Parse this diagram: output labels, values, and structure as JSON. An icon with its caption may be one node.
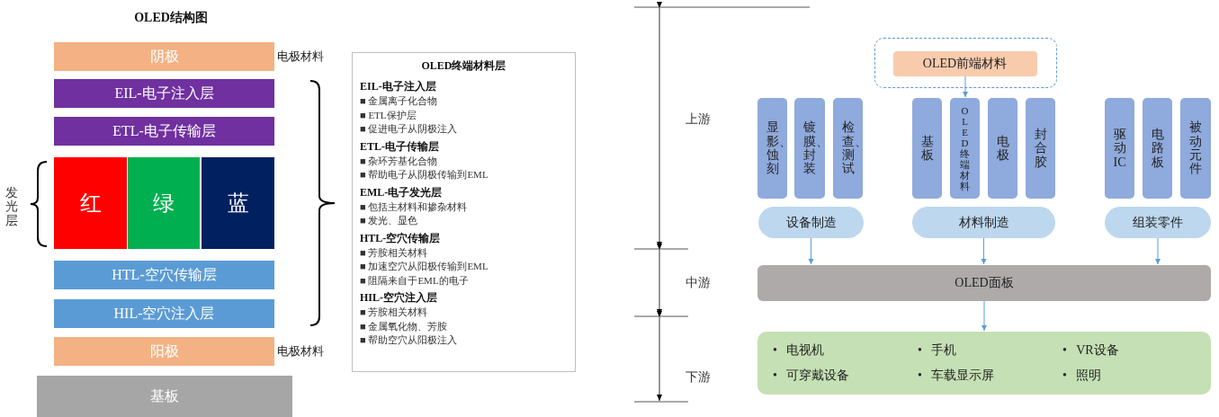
{
  "diagram": {
    "title": "OLED结构图",
    "nodes": [
      {
        "text": [
          "阴极"
        ],
        "beside": [
          "电极材料"
        ]
      },
      {
        "text": [
          "EIL-电子注入层"
        ]
      },
      {
        "text": [
          "ETL-电子传输层"
        ]
      },
      {
        "text": [
          "红"
        ]
      },
      {
        "text": [
          "绿"
        ]
      },
      {
        "text": [
          "蓝"
        ]
      },
      {
        "text": [
          "HTL-空穴传输层"
        ]
      },
      {
        "text": [
          "HIL-空穴注入层"
        ]
      },
      {
        "text": [
          "阳极"
        ],
        "beside": [
          "电极材料"
        ]
      },
      {
        "text": [
          "基板"
        ]
      },
      {
        "text": [
          "OLED终端材料层",
          "EIL-电子注入层",
          "■ 金属离子化合物",
          "■ ETL保护层",
          "■ 促进电子从阴极注入",
          "ETL-电子传输层",
          "■ 杂环芳基化合物",
          "■ 帮助电子从阴极传输到EML",
          "EML-电子发光层",
          "■ 包括主材料和掺杂材料",
          "■ 发光、显色",
          "HTL-空穴传输层",
          "■ 芳胺相关材料",
          "■ 加速空穴从阳极传输到EML",
          "■ 阻隔来自于EML的电子",
          "HIL-空穴注入层",
          "■ 芳胺相关材料",
          "■ 金属氧化物、芳胺",
          "■ 帮助空穴从阳极注入"
        ]
      },
      {
        "text": [],
        "shape": "box"
      },
      {
        "text": [
          "OLED前端材料"
        ],
        "in": 11
      },
      {
        "text": [
          "显影、蚀刻"
        ]
      },
      {
        "text": [
          "镀膜、封装"
        ]
      },
      {
        "text": [
          "检查、测试"
        ]
      },
      {
        "text": [
          "基板"
        ]
      },
      {
        "text": [
          "OLED终端材料"
        ]
      },
      {
        "text": [
          "电极"
        ]
      },
      {
        "text": [
          "封合胶"
        ]
      },
      {
        "text": [
          "驱动IC"
        ]
      },
      {
        "text": [
          "电路板"
        ]
      },
      {
        "text": [
          "被动元件"
        ]
      },
      {
        "text": [
          "设备制造"
        ]
      },
      {
        "text": [
          "材料制造"
        ]
      },
      {
        "text": [
          "组装零件"
        ]
      },
      {
        "text": [
          "OLED面板"
        ]
      },
      {
        "text": [
          "•   电视机",
          "•   手机",
          "•   VR设备",
          "•   可穿戴设备",
          "•   车载显示屏",
          "•   照明"
        ]
      }
    ],
    "edges": [
      {
        "from": 12,
        "to": 17,
        "arrow": "to"
      },
      {
        "from": 23,
        "to": 26,
        "arrow": "to"
      },
      {
        "from": 24,
        "to": 26,
        "arrow": "to"
      },
      {
        "from": 25,
        "to": 26,
        "arrow": "to"
      },
      {
        "from": 26,
        "to": 27,
        "arrow": "to"
      }
    ],
    "labels": [
      "发光层",
      "上游",
      "中游",
      "下游"
    ]
  }
}
